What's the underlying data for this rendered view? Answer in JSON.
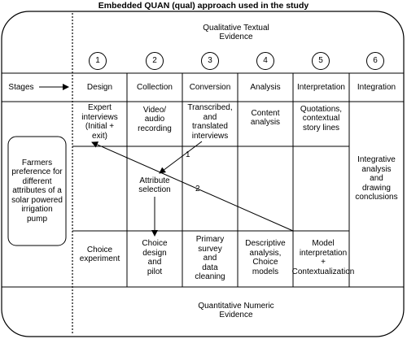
{
  "title": "Embedded QUAN (qual) approach used in the study",
  "top_evidence": "Qualitative Textual\nEvidence",
  "bottom_evidence": "Quantitative Numeric\nEvidence",
  "stages_label": "Stages",
  "step_numbers": [
    "1",
    "2",
    "3",
    "4",
    "5",
    "6"
  ],
  "stages": [
    "Design",
    "Collection",
    "Conversion",
    "Analysis",
    "Interpretation",
    "Integration"
  ],
  "qualitative_row": [
    "Expert\ninterviews\n(Initial +\nexit)",
    "Video/\naudio\nrecording",
    "Transcribed,\nand\ntranslated\ninterviews",
    "Content\nanalysis",
    "Quotations,\ncontextual\nstory lines"
  ],
  "attribute_selection": "Attribute\nselection",
  "integration_text": "Integrative\nanalysis\nand\ndrawing\nconclusions",
  "quantitative_row": [
    "Choice\nexperiment",
    "Choice\ndesign\nand\npilot",
    "Primary\nsurvey\nand\ndata\ncleaning",
    "Descriptive\nanalysis,\nChoice\nmodels",
    "Model\ninterpretation\n+\nContextualization"
  ],
  "left_box": "Farmers\npreference for\ndifferent\nattributes of a\nsolar powered\nirrigation\npump",
  "arrow_labels": [
    "1",
    "2"
  ]
}
